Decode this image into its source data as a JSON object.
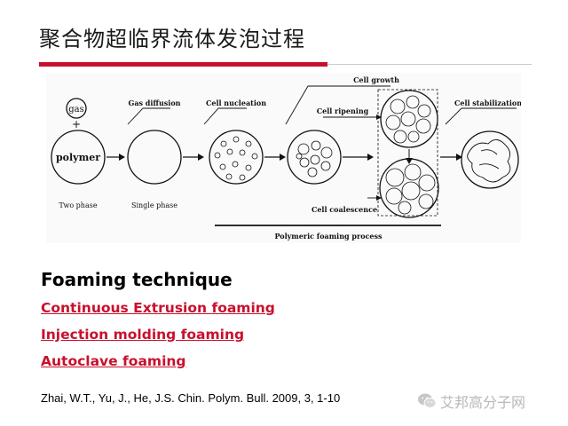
{
  "slide": {
    "title": "聚合物超临界流体发泡过程",
    "heading": "Foaming technique",
    "links": [
      "Continuous Extrusion foaming",
      "Injection molding foaming",
      "Autoclave foaming"
    ],
    "reference": "Zhai, W.T., Yu, J., He, J.S. Chin. Polym. Bull. 2009, 3, 1-10"
  },
  "diagram": {
    "gas": "gas",
    "plus": "+",
    "polymer": "polymer",
    "gas_diffusion": "Gas diffusion",
    "cell_nucleation": "Cell nucleation",
    "cell_growth": "Cell growth",
    "cell_ripening": "Cell ripening",
    "cell_stabilization": "Cell stabilization",
    "cell_coalescence": "Cell coalescence",
    "two_phase": "Two phase",
    "single_phase": "Single phase",
    "process": "Polymeric foaming process"
  },
  "watermark": {
    "text": "艾邦高分子网",
    "icon": "wechat-icon"
  },
  "colors": {
    "accent": "#c8102e",
    "watermark": "#b8b8b8"
  }
}
